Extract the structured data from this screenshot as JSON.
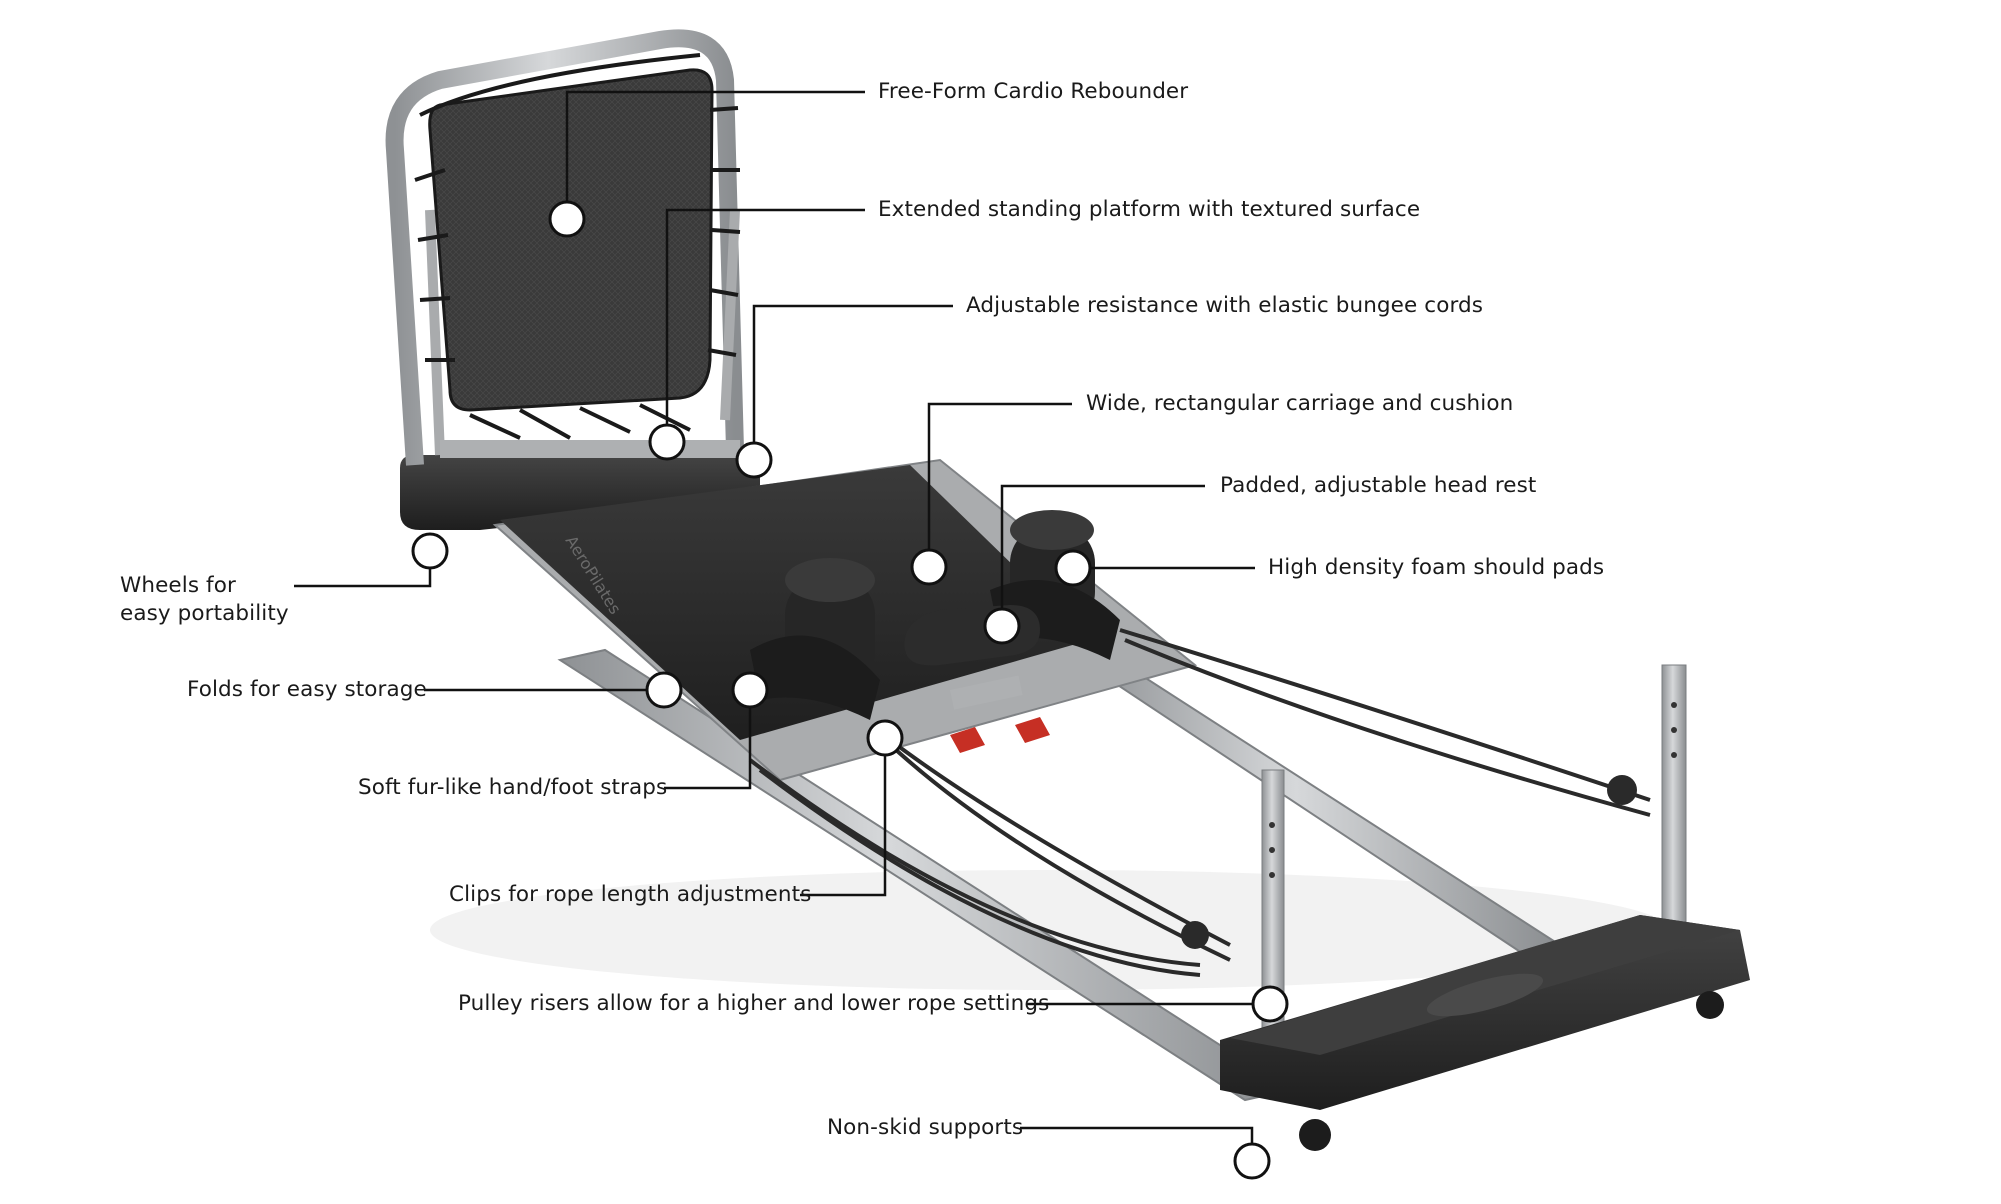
{
  "callouts": [
    {
      "id": "rebounder",
      "text": "Free-Form Cardio Rebounder"
    },
    {
      "id": "platform",
      "text": "Extended standing platform with textured surface"
    },
    {
      "id": "resistance",
      "text": "Adjustable resistance with elastic bungee cords"
    },
    {
      "id": "carriage",
      "text": "Wide, rectangular carriage and cushion"
    },
    {
      "id": "headrest",
      "text": "Padded, adjustable head rest"
    },
    {
      "id": "shoulder",
      "text": "High density foam should pads"
    },
    {
      "id": "wheels",
      "text": "Wheels for easy portability"
    },
    {
      "id": "folds",
      "text": "Folds for easy storage"
    },
    {
      "id": "straps",
      "text": "Soft fur-like hand/foot straps"
    },
    {
      "id": "clips",
      "text": "Clips for rope length adjustments"
    },
    {
      "id": "pulley",
      "text": "Pulley risers allow for a higher and lower rope settings"
    },
    {
      "id": "nonskid",
      "text": "Non-skid supports"
    }
  ],
  "product_brand_mark": "AeroPilates",
  "colors": {
    "frame": "#b4b6b8",
    "frame_dark": "#7f8285",
    "pad": "#2b2b2b",
    "base": "#2e2e2e",
    "mesh": "#3d3d3d",
    "leader": "#111111",
    "clip_red": "#c62f24"
  }
}
